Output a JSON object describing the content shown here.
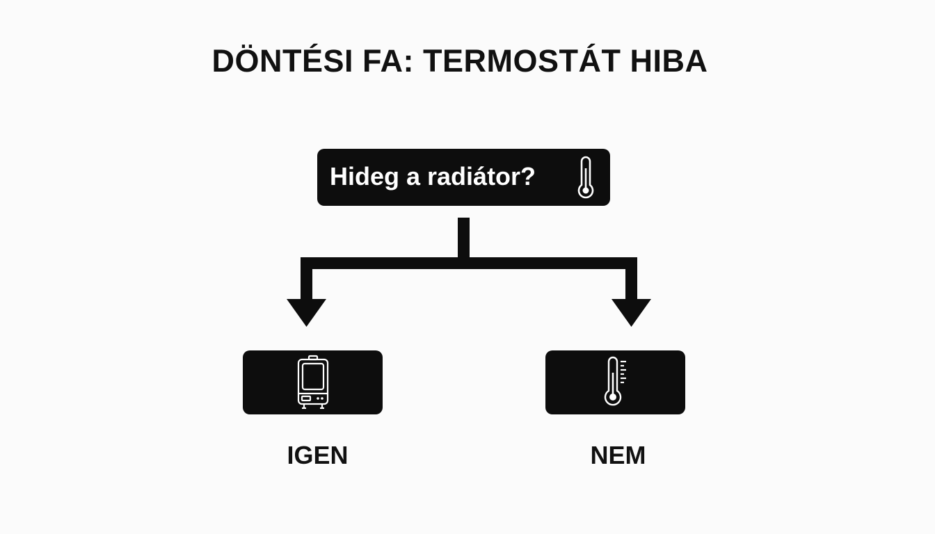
{
  "title": "DÖNTÉSI FA: TERMOSTÁT HIBA",
  "root": {
    "question": "Hideg a radiátor?",
    "icon": "thermometer-icon"
  },
  "branches": [
    {
      "answer": "IGEN",
      "icon": "boiler-icon"
    },
    {
      "answer": "NEM",
      "icon": "thermometer-scale-icon"
    }
  ],
  "colors": {
    "background": "#fbfbfb",
    "node_fill": "#0d0d0d",
    "node_text": "#ffffff",
    "text": "#111111"
  }
}
